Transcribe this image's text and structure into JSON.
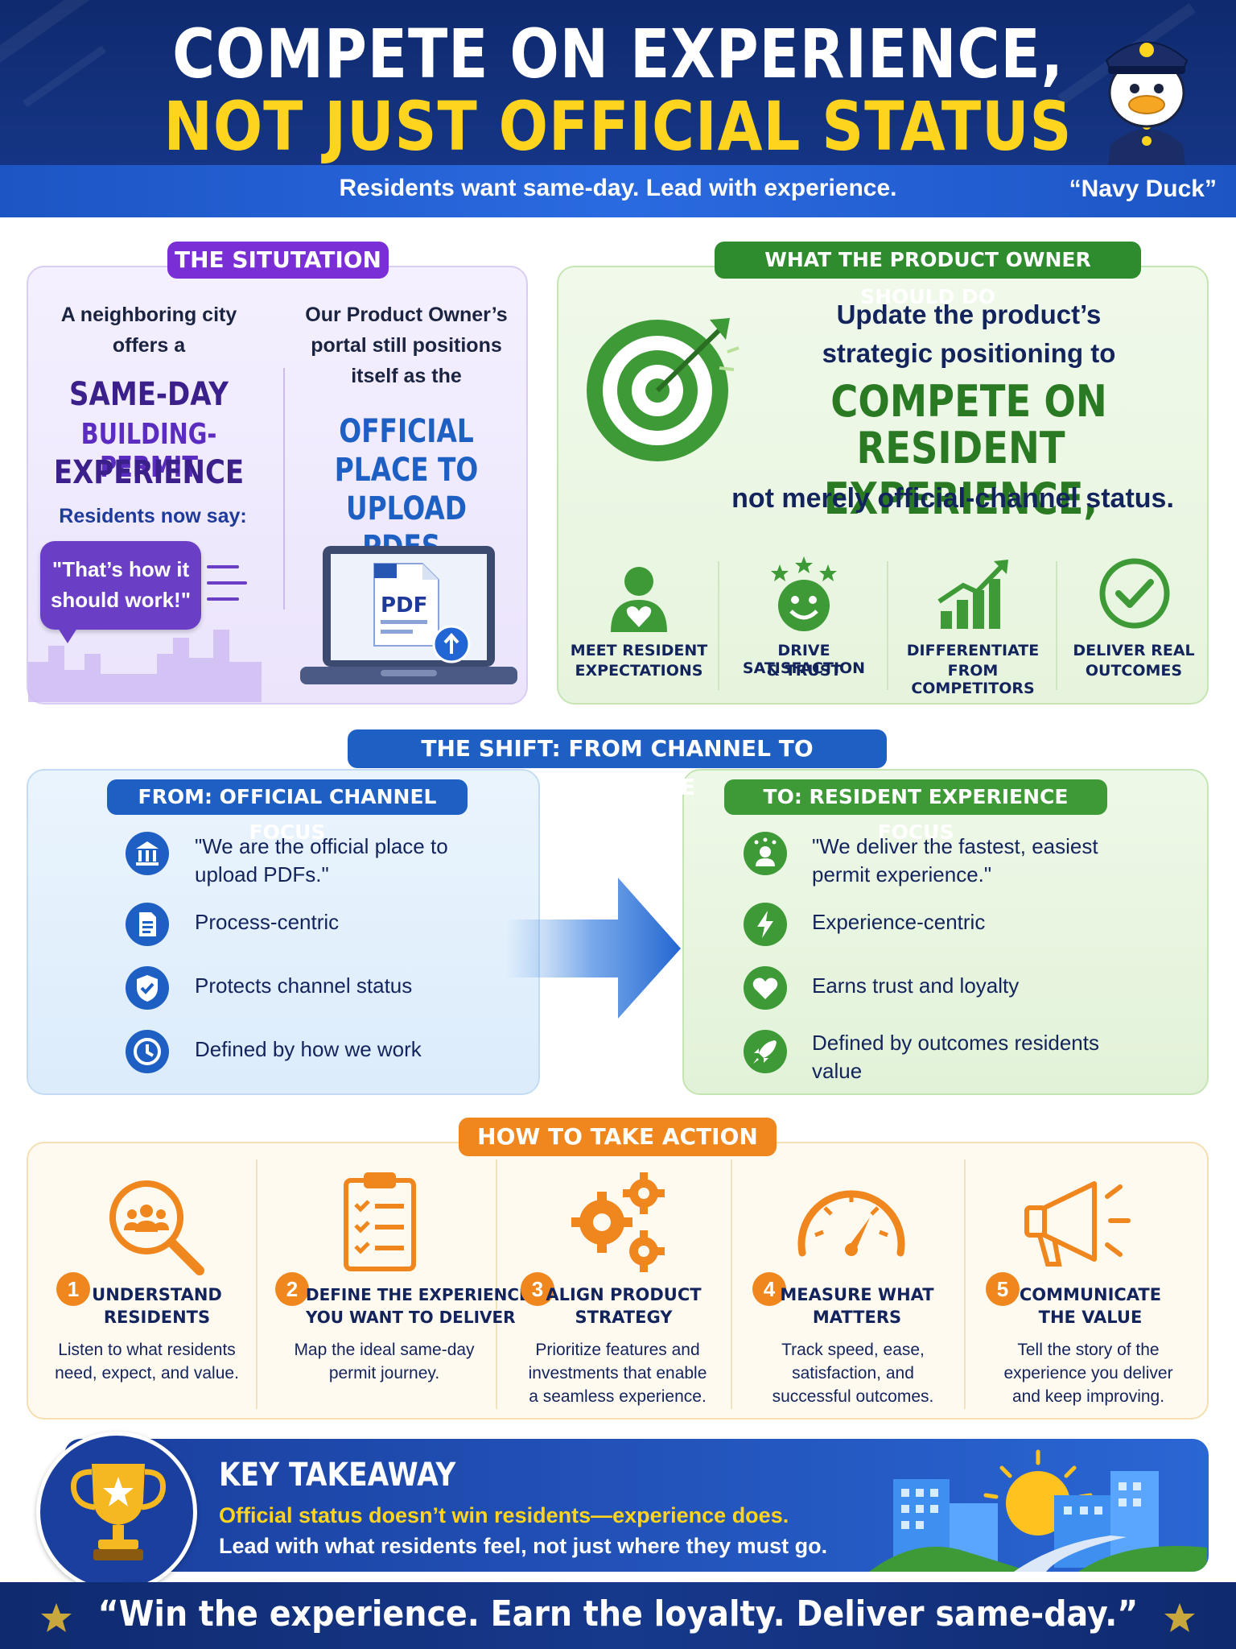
{
  "header": {
    "title_line1": "COMPETE ON EXPERIENCE,",
    "title_line2": "NOT JUST OFFICIAL STATUS",
    "subtitle": "Residents want same-day. Lead with experience.",
    "mascot_name": "“Navy Duck”"
  },
  "situation": {
    "label": "THE SITUTATION",
    "left_intro": "A neighboring city offers a",
    "left_highlight_1": "SAME-DAY",
    "left_highlight_2": "BUILDING-PERMIT",
    "left_highlight_3": "EXPERIENCE",
    "residents_say": "Residents now say:",
    "quote": "\"That’s how it should work!\"",
    "right_intro": "Our Product Owner’s portal still positions itself as the",
    "right_highlight": "OFFICIAL PLACE TO UPLOAD PDFS.",
    "pdf_label": "PDF"
  },
  "product_owner": {
    "label": "WHAT THE PRODUCT OWNER SHOULD DO",
    "line1": "Update the product’s",
    "line2": "strategic positioning to",
    "highlight1": "COMPETE ON",
    "highlight2": "RESIDENT EXPERIENCE,",
    "line3": "not merely official-channel status.",
    "benefits": [
      {
        "icon": "person-heart-icon",
        "line1": "MEET RESIDENT",
        "line2": "EXPECTATIONS"
      },
      {
        "icon": "smiley-stars-icon",
        "line1": "DRIVE SATISFACTION",
        "line2": "& TRUST"
      },
      {
        "icon": "growth-chart-icon",
        "line1": "DIFFERENTIATE",
        "line2": "FROM COMPETITORS"
      },
      {
        "icon": "checkmark-circle-icon",
        "line1": "DELIVER REAL",
        "line2": "OUTCOMES"
      }
    ]
  },
  "shift": {
    "label": "THE SHIFT: FROM CHANNEL TO EXPERIENCE",
    "from_label": "FROM: OFFICIAL CHANNEL FOCUS",
    "from_items": [
      {
        "icon": "building-icon",
        "text": "\"We are the official place to upload PDFs.\""
      },
      {
        "icon": "document-icon",
        "text": "Process-centric"
      },
      {
        "icon": "shield-check-icon",
        "text": "Protects channel status"
      },
      {
        "icon": "clock-icon",
        "text": "Defined by how we work"
      }
    ],
    "to_label": "TO: RESIDENT EXPERIENCE FOCUS",
    "to_items": [
      {
        "icon": "person-stars-icon",
        "text": "\"We deliver the fastest, easiest permit experience.\""
      },
      {
        "icon": "lightning-icon",
        "text": "Experience-centric"
      },
      {
        "icon": "heart-icon",
        "text": "Earns trust and loyalty"
      },
      {
        "icon": "rocket-icon",
        "text": "Defined by outcomes residents value"
      }
    ]
  },
  "action": {
    "label": "HOW TO TAKE ACTION",
    "steps": [
      {
        "num": "1",
        "icon": "magnifier-people-icon",
        "title1": "UNDERSTAND",
        "title2": "RESIDENTS",
        "desc": "Listen to what residents need, expect, and value."
      },
      {
        "num": "2",
        "icon": "clipboard-checklist-icon",
        "title1": "DEFINE THE EXPERIENCE",
        "title2": "YOU WANT TO DELIVER",
        "desc": "Map the ideal same-day permit journey."
      },
      {
        "num": "3",
        "icon": "gears-icon",
        "title1": "ALIGN PRODUCT",
        "title2": "STRATEGY",
        "desc": "Prioritize features and investments that enable a seamless experience."
      },
      {
        "num": "4",
        "icon": "speedometer-icon",
        "title1": "MEASURE WHAT",
        "title2": "MATTERS",
        "desc": "Track speed, ease, satisfaction, and successful outcomes."
      },
      {
        "num": "5",
        "icon": "megaphone-icon",
        "title1": "COMMUNICATE",
        "title2": "THE VALUE",
        "desc": "Tell the story of the experience you deliver and keep improving."
      }
    ]
  },
  "takeaway": {
    "title": "KEY TAKEAWAY",
    "line1": "Official status doesn’t win residents—experience does.",
    "line2": "Lead with what residents feel, not just where they must go."
  },
  "footer": {
    "quote": "“Win the experience. Earn the loyalty. Deliver same-day.”"
  },
  "colors": {
    "navy": "#0f2a6e",
    "yellow": "#ffd41f",
    "purple": "#7a2fd6",
    "green": "#2e8b2e",
    "blue": "#1e5fc4",
    "orange": "#f0871e"
  }
}
